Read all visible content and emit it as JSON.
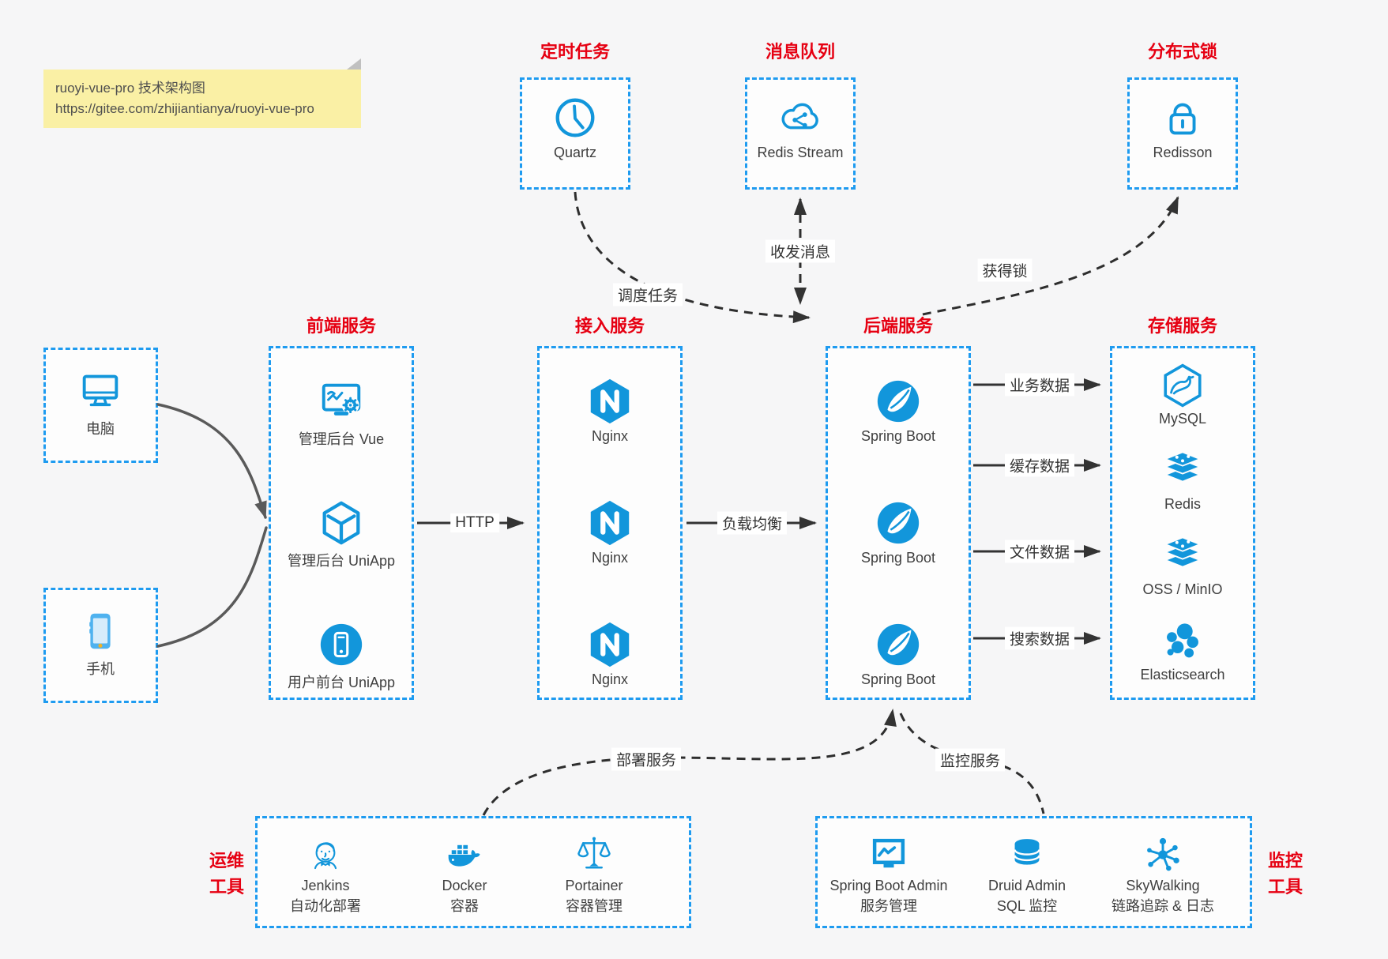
{
  "note": {
    "line1": "ruoyi-vue-pro 技术架构图",
    "line2": "https://gitee.com/zhijiantianya/ruoyi-vue-pro"
  },
  "colors": {
    "accent_blue": "#1296db",
    "border_blue": "#1e9bf0",
    "title_red": "#e60012",
    "note_yellow": "#faf0a5",
    "arrow_dark": "#333333",
    "arrow_gray": "#5a5a5a"
  },
  "top_groups": [
    {
      "id": "scheduler",
      "title": "定时任务",
      "item": {
        "icon": "clock-icon",
        "label": "Quartz"
      }
    },
    {
      "id": "mq",
      "title": "消息队列",
      "item": {
        "icon": "cloud-stream-icon",
        "label": "Redis Stream"
      }
    },
    {
      "id": "lock",
      "title": "分布式锁",
      "item": {
        "icon": "lock-icon",
        "label": "Redisson"
      }
    }
  ],
  "clients": [
    {
      "icon": "desktop-icon",
      "label": "电脑"
    },
    {
      "icon": "smartphone-icon",
      "label": "手机"
    }
  ],
  "columns": [
    {
      "id": "frontend",
      "title": "前端服务",
      "items": [
        {
          "icon": "admin-vue-icon",
          "label": "管理后台 Vue"
        },
        {
          "icon": "cube-icon",
          "label": "管理后台 UniApp"
        },
        {
          "icon": "user-app-icon",
          "label": "用户前台 UniApp"
        }
      ]
    },
    {
      "id": "gateway",
      "title": "接入服务",
      "items": [
        {
          "icon": "nginx-icon",
          "label": "Nginx"
        },
        {
          "icon": "nginx-icon",
          "label": "Nginx"
        },
        {
          "icon": "nginx-icon",
          "label": "Nginx"
        }
      ]
    },
    {
      "id": "backend",
      "title": "后端服务",
      "items": [
        {
          "icon": "spring-icon",
          "label": "Spring Boot"
        },
        {
          "icon": "spring-icon",
          "label": "Spring Boot"
        },
        {
          "icon": "spring-icon",
          "label": "Spring Boot"
        }
      ]
    },
    {
      "id": "storage",
      "title": "存储服务",
      "items": [
        {
          "icon": "mysql-icon",
          "label": "MySQL"
        },
        {
          "icon": "redis-stack-icon",
          "label": "Redis"
        },
        {
          "icon": "redis-stack-icon",
          "label": "OSS / MinIO"
        },
        {
          "icon": "elasticsearch-icon",
          "label": "Elasticsearch"
        }
      ]
    }
  ],
  "bottom_groups": [
    {
      "id": "ops",
      "side_label": [
        "运维",
        "工具"
      ],
      "items": [
        {
          "icon": "jenkins-icon",
          "label": "Jenkins",
          "sublabel": "自动化部署"
        },
        {
          "icon": "docker-icon",
          "label": "Docker",
          "sublabel": "容器"
        },
        {
          "icon": "portainer-icon",
          "label": "Portainer",
          "sublabel": "容器管理"
        }
      ]
    },
    {
      "id": "monitor",
      "side_label": [
        "监控",
        "工具"
      ],
      "items": [
        {
          "icon": "sba-icon",
          "label": "Spring Boot Admin",
          "sublabel": "服务管理"
        },
        {
          "icon": "druid-icon",
          "label": "Druid Admin",
          "sublabel": "SQL 监控"
        },
        {
          "icon": "skywalking-icon",
          "label": "SkyWalking",
          "sublabel": "链路追踪 & 日志"
        }
      ]
    }
  ],
  "edges": {
    "http": "HTTP",
    "load_balance": "负载均衡",
    "biz_data": "业务数据",
    "cache_data": "缓存数据",
    "file_data": "文件数据",
    "search_data": "搜索数据",
    "schedule": "调度任务",
    "message": "收发消息",
    "lock": "获得锁",
    "deploy": "部署服务",
    "monitor": "监控服务"
  }
}
